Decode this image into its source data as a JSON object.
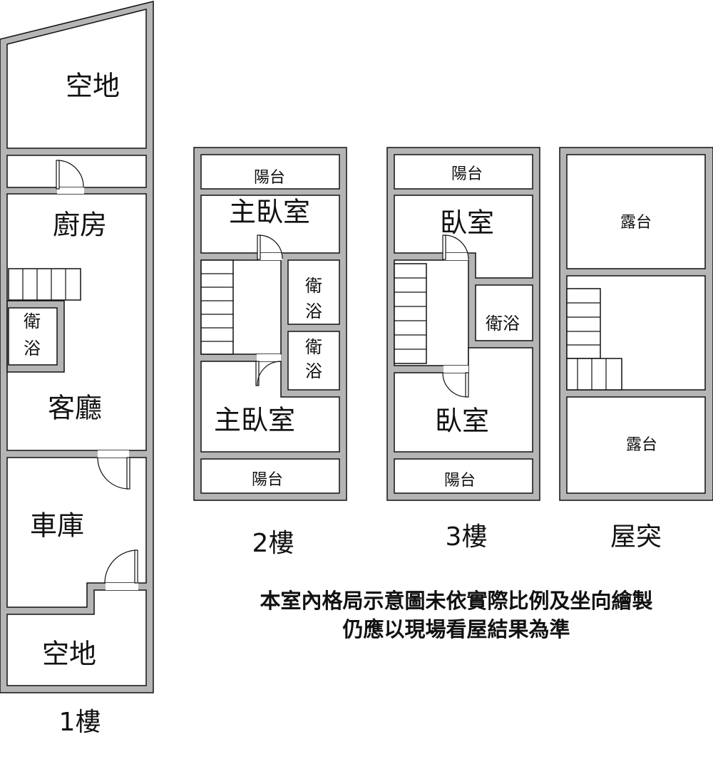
{
  "floor1": {
    "label": "1樓",
    "rooms": {
      "yard_top": "空地",
      "kitchen": "廚房",
      "bath_1": "衛",
      "bath_2": "浴",
      "living": "客廳",
      "garage": "車庫",
      "yard_bottom": "空地"
    }
  },
  "floor2": {
    "label": "2樓",
    "rooms": {
      "balcony_top": "陽台",
      "master_top": "主臥室",
      "bath_a1": "衛",
      "bath_a2": "浴",
      "bath_b1": "衛",
      "bath_b2": "浴",
      "master_bottom": "主臥室",
      "balcony_bottom": "陽台"
    }
  },
  "floor3": {
    "label": "3樓",
    "rooms": {
      "balcony_top": "陽台",
      "bedroom_top": "臥室",
      "bath": "衛浴",
      "bedroom_bottom": "臥室",
      "balcony_bottom": "陽台"
    }
  },
  "roof": {
    "label": "屋突",
    "rooms": {
      "terrace_top": "露台",
      "terrace_bottom": "露台"
    }
  },
  "note": {
    "line1": "本室內格局示意圖未依實際比例及坐向繪製",
    "line2": "仍應以現場看屋結果為準"
  }
}
